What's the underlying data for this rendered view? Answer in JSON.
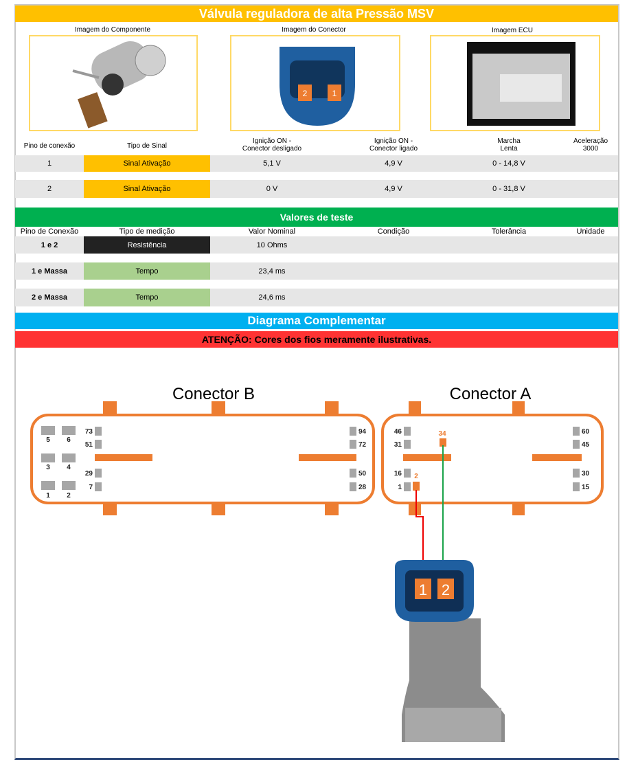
{
  "title": "Válvula reguladora de alta Pressão MSV",
  "images": {
    "component": "Imagem do Componente",
    "connector": "Imagem do Conector",
    "ecu": "Imagem ECU",
    "connector_pins": [
      "2",
      "1"
    ]
  },
  "signal_table": {
    "headers": [
      "Pino de conexão",
      "Tipo de Sinal",
      "Ignição ON -\nConector desligado",
      "Ignição ON -\nConector ligado",
      "Marcha\nLenta",
      "Aceleração\n3000"
    ],
    "rows": [
      {
        "pin": "1",
        "type": "Sinal Ativação",
        "off": "5,1 V",
        "on": "4,9 V",
        "idle": "0 - 14,8 V",
        "accel": ""
      },
      {
        "pin": "2",
        "type": "Sinal Ativação",
        "off": "0 V",
        "on": "4,9 V",
        "idle": "0 - 31,8 V",
        "accel": ""
      }
    ]
  },
  "test": {
    "title": "Valores de teste",
    "headers": [
      "Pino de Conexão",
      "Tipo de medição",
      "Valor Nominal",
      "Condição",
      "Tolerância",
      "Unidade"
    ],
    "rows": [
      {
        "pin": "1 e 2",
        "type": "Resistência",
        "nominal": "10 Ohms"
      },
      {
        "pin": "1 e Massa",
        "type": "Tempo",
        "nominal": "23,4 ms"
      },
      {
        "pin": "2 e Massa",
        "type": "Tempo",
        "nominal": "24,6 ms"
      }
    ]
  },
  "diagram": {
    "title": "Diagrama Complementar",
    "warning": "ATENÇÃO: Cores dos fios meramente ilustrativas.",
    "connector_b": "Conector B",
    "connector_a": "Conector A",
    "b_pins": [
      "5",
      "6",
      "3",
      "4",
      "1",
      "2",
      "73",
      "51",
      "29",
      "7",
      "94",
      "72",
      "50",
      "28"
    ],
    "a_pins": [
      "46",
      "31",
      "16",
      "1",
      "60",
      "45",
      "30",
      "15"
    ],
    "a_active": [
      "2",
      "34"
    ],
    "plug_pins": [
      "1",
      "2"
    ]
  },
  "colors": {
    "yellow": "#FFC000",
    "green": "#00B050",
    "blue": "#00B0F0",
    "red": "#FF3333",
    "orange": "#ED7D31",
    "light_green": "#A9D08E"
  }
}
